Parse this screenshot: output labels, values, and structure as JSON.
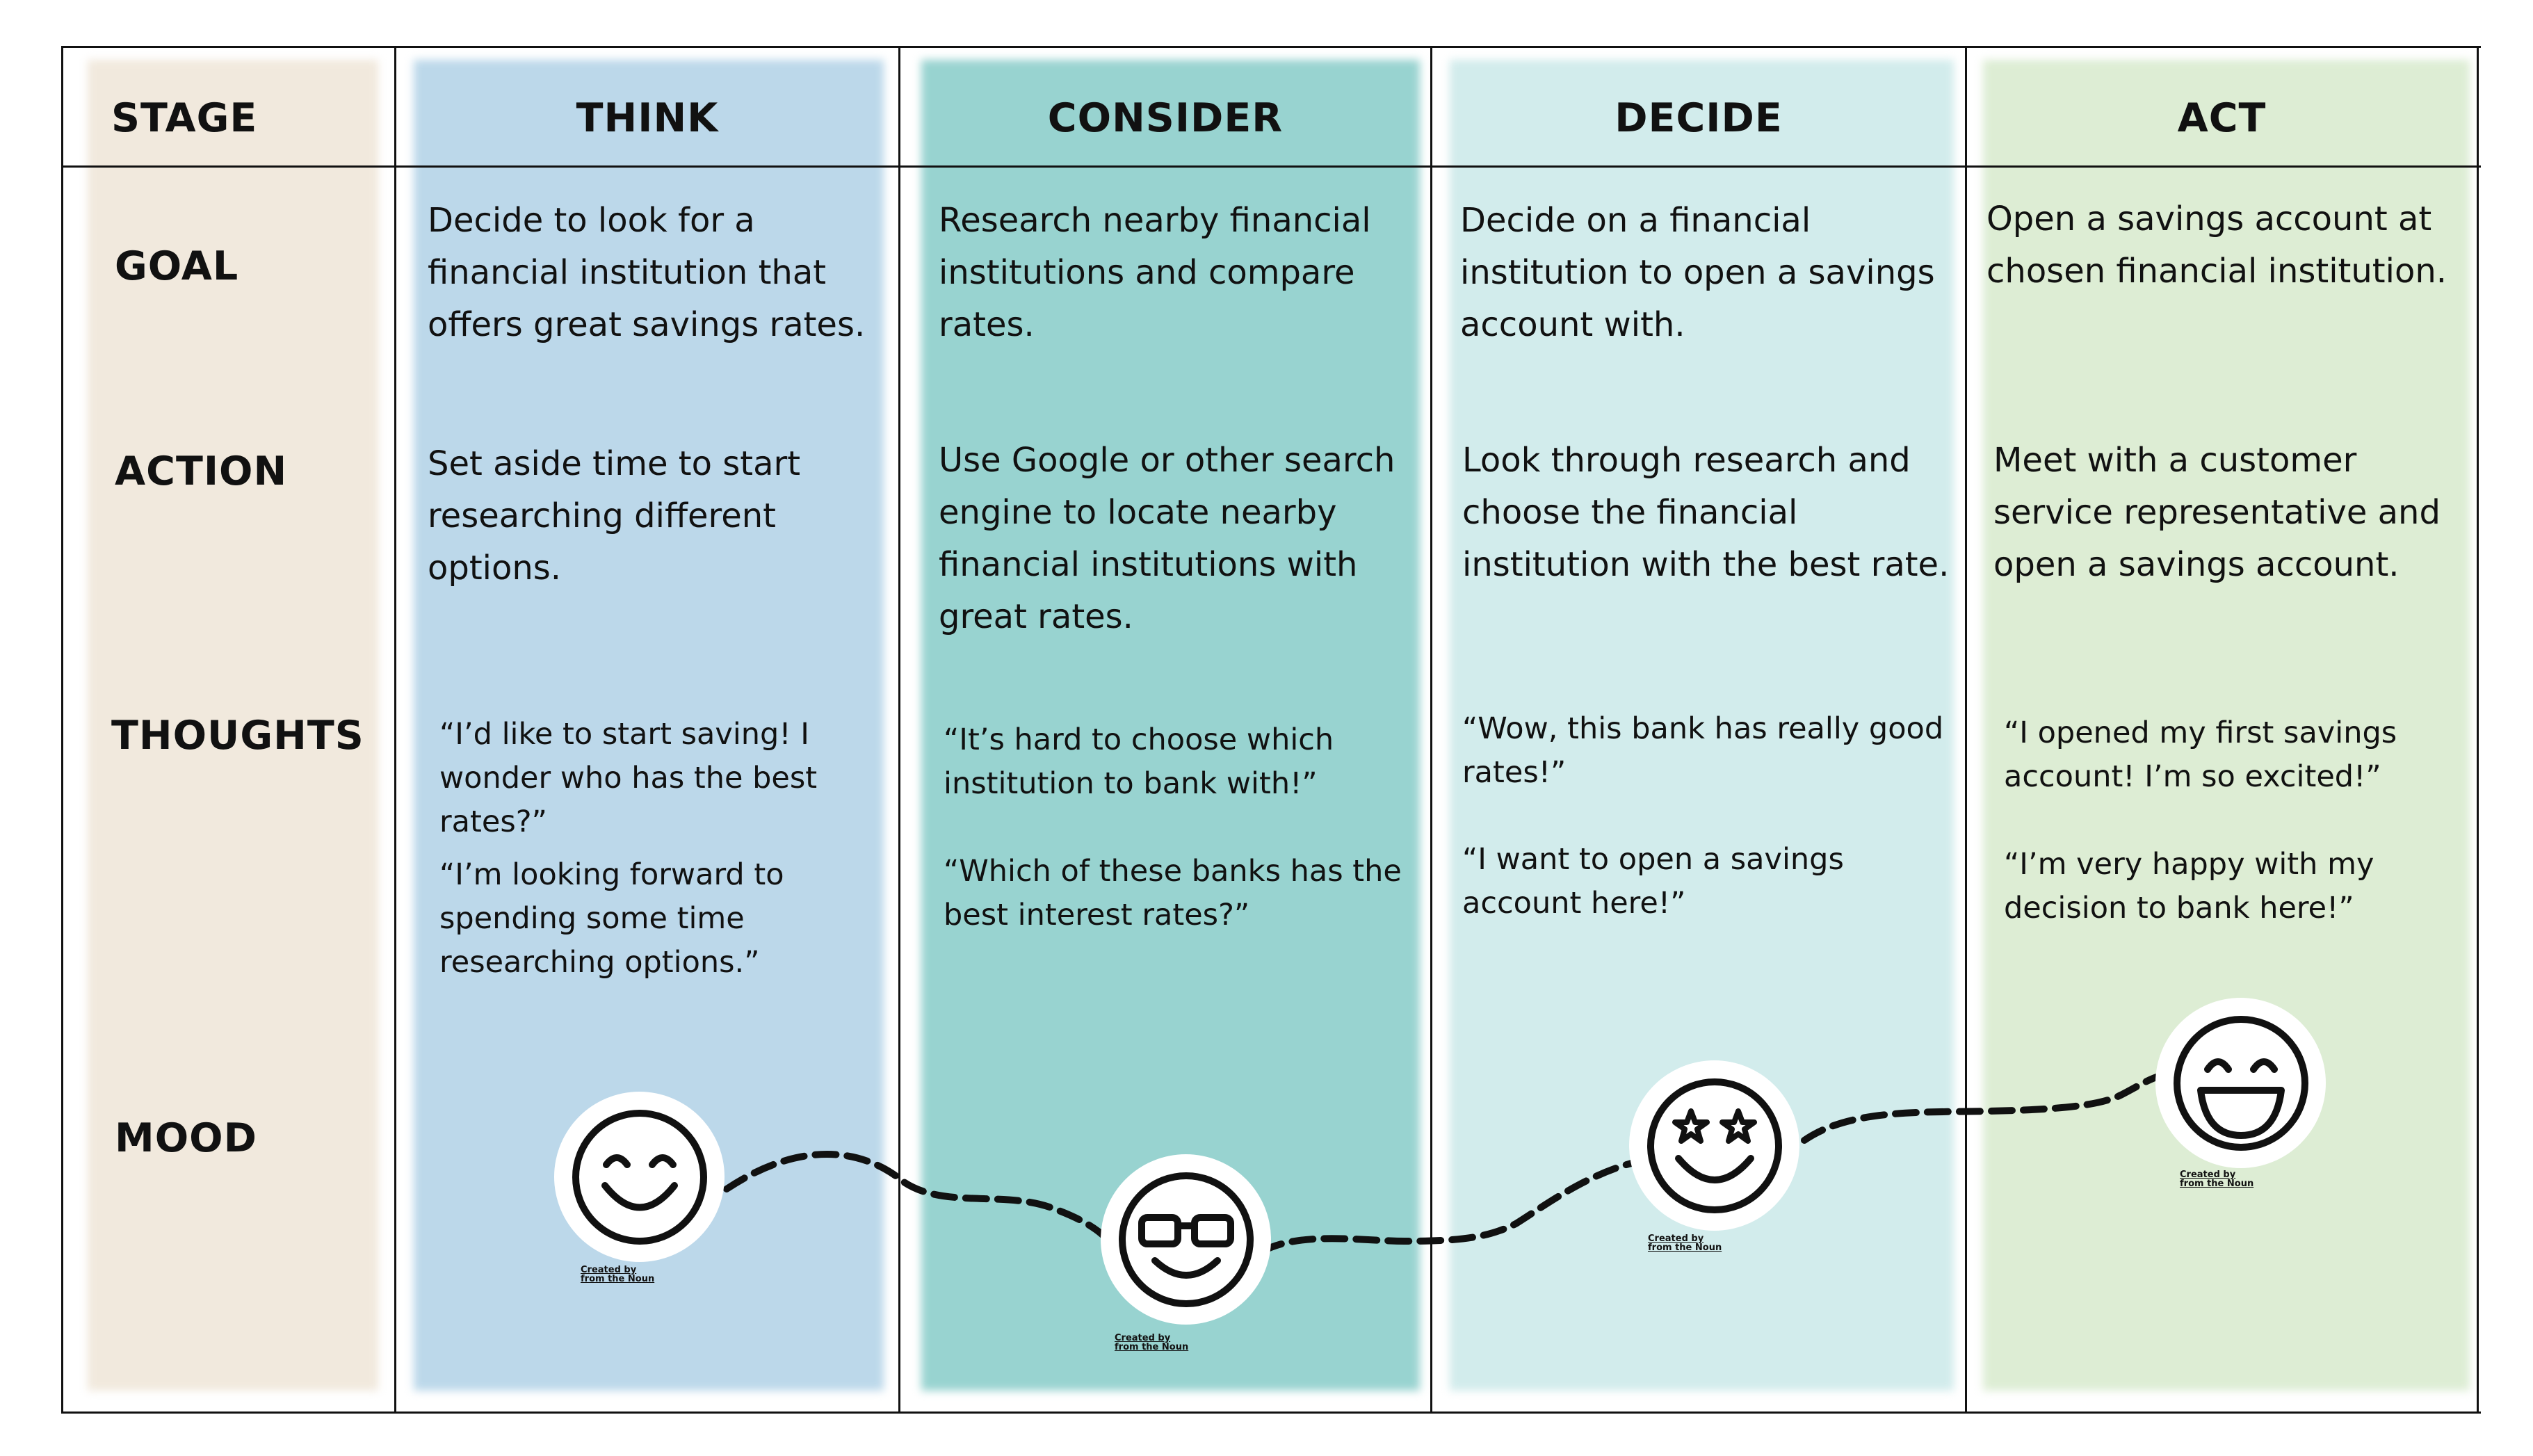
{
  "colors": {
    "stage": "#f1e9dd",
    "think": "#bcd8ea",
    "consider": "#98d3d0",
    "decide": "#d2ecec",
    "act": "#ddedd4",
    "ink": "#111111"
  },
  "stage_label": "STAGE",
  "stages": [
    {
      "header": "THINK",
      "goal": "Decide to look for a\n financial institution that\noffers great savings rates.",
      "action": "Set aside time to start\nresearching different\noptions.",
      "thoughts": [
        "“I’d like to start saving! I\nwonder who has the best\nrates?”",
        "“I’m looking forward to\nspending some time\nresearching options.”"
      ],
      "mood_icon": "smiling-face-icon",
      "credit": "Created by\nfrom the Noun"
    },
    {
      "header": "CONSIDER",
      "goal": "Research nearby financial\ninstitutions and compare\nrates.",
      "action": "Use Google or other search\nengine to locate nearby\nfinancial institutions with\ngreat rates.",
      "thoughts": [
        "“It’s hard to choose which\ninstitution to bank with!”",
        "“Which of these banks has the\nbest interest rates?”"
      ],
      "mood_icon": "glasses-face-icon",
      "credit": "Created by\nfrom the Noun"
    },
    {
      "header": "DECIDE",
      "goal": "Decide on a financial\ninstitution to open a savings\naccount with.",
      "action": "Look through research and\nchoose the financial\ninstitution with the best rate.",
      "thoughts": [
        "“Wow, this bank has really good\nrates!”",
        "“I want to open a savings\naccount here!”"
      ],
      "mood_icon": "star-eyes-face-icon",
      "credit": "Created by\nfrom the Noun"
    },
    {
      "header": "ACT",
      "goal": "Open a savings account at\nchosen financial institution.",
      "action": "Meet with a customer\nservice representative and\nopen a savings account.",
      "thoughts": [
        "“I opened my first savings\naccount! I’m so excited!”",
        "“I’m very happy with my\ndecision to bank here!”"
      ],
      "mood_icon": "laughing-face-icon",
      "credit": "Created by\nfrom the Noun"
    }
  ],
  "rows": {
    "goal": "GOAL",
    "action": "ACTION",
    "thoughts": "THOUGHTS",
    "mood": "MOOD"
  }
}
